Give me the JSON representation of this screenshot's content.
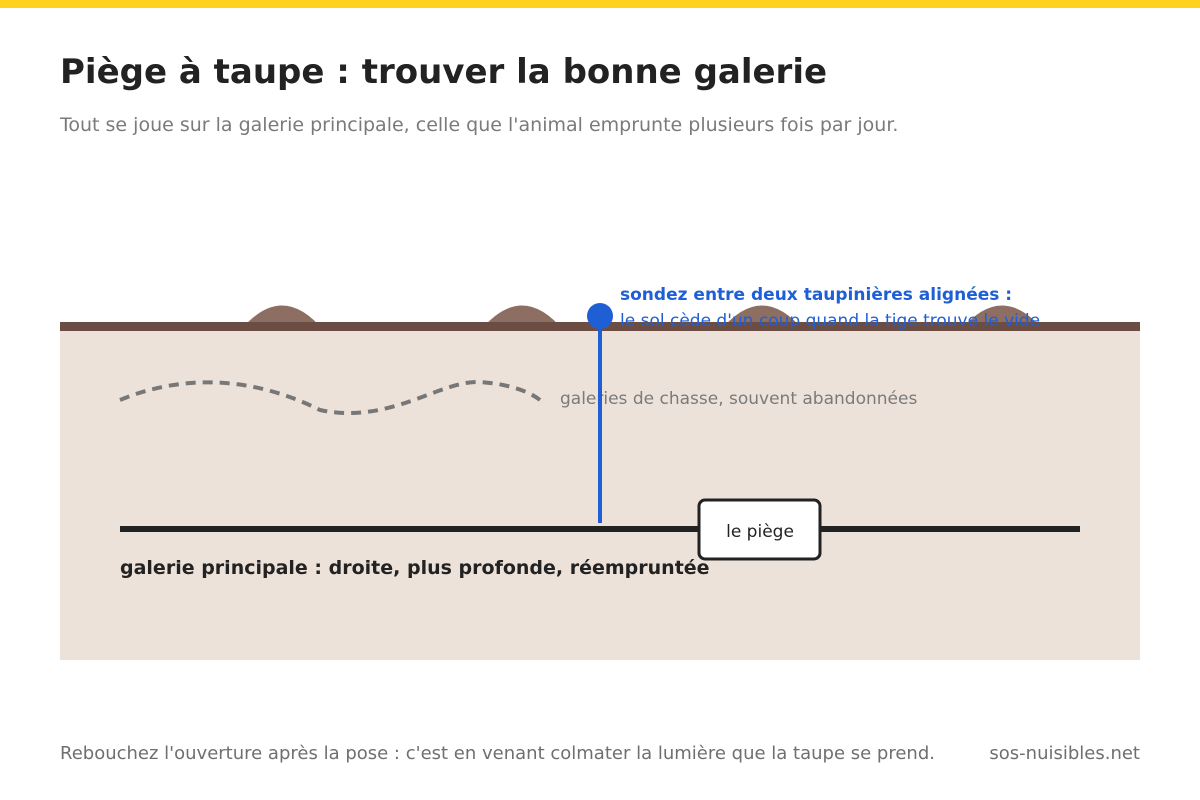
{
  "header": {
    "title": "Piège à taupe : trouver la bonne galerie",
    "subtitle": "Tout se joue sur la galerie principale, celle que l'animal emprunte plusieurs fois par jour."
  },
  "diagram": {
    "probe_label_line1": "sondez entre deux taupinières alignées :",
    "probe_label_line2": "le sol cède d'un coup quand la tige trouve le vide",
    "hunting_tunnels_label": "galeries de chasse, souvent abandonnées",
    "trap_label": "le piège",
    "main_tunnel_label": "galerie principale : droite, plus profonde, réempruntée"
  },
  "footer": {
    "note": "Rebouchez l'ouverture après la pose : c'est en venant colmater la lumière que la taupe se prend.",
    "site": "sos-nuisibles.net"
  },
  "colors": {
    "accent_bar": "#ffd21f",
    "soil": "#ede2da",
    "ground_line": "#6b4d43",
    "molehill": "#8c6e63",
    "probe": "#1e5fd6",
    "main_tunnel": "#222222",
    "hunting_tunnel": "#777777"
  }
}
